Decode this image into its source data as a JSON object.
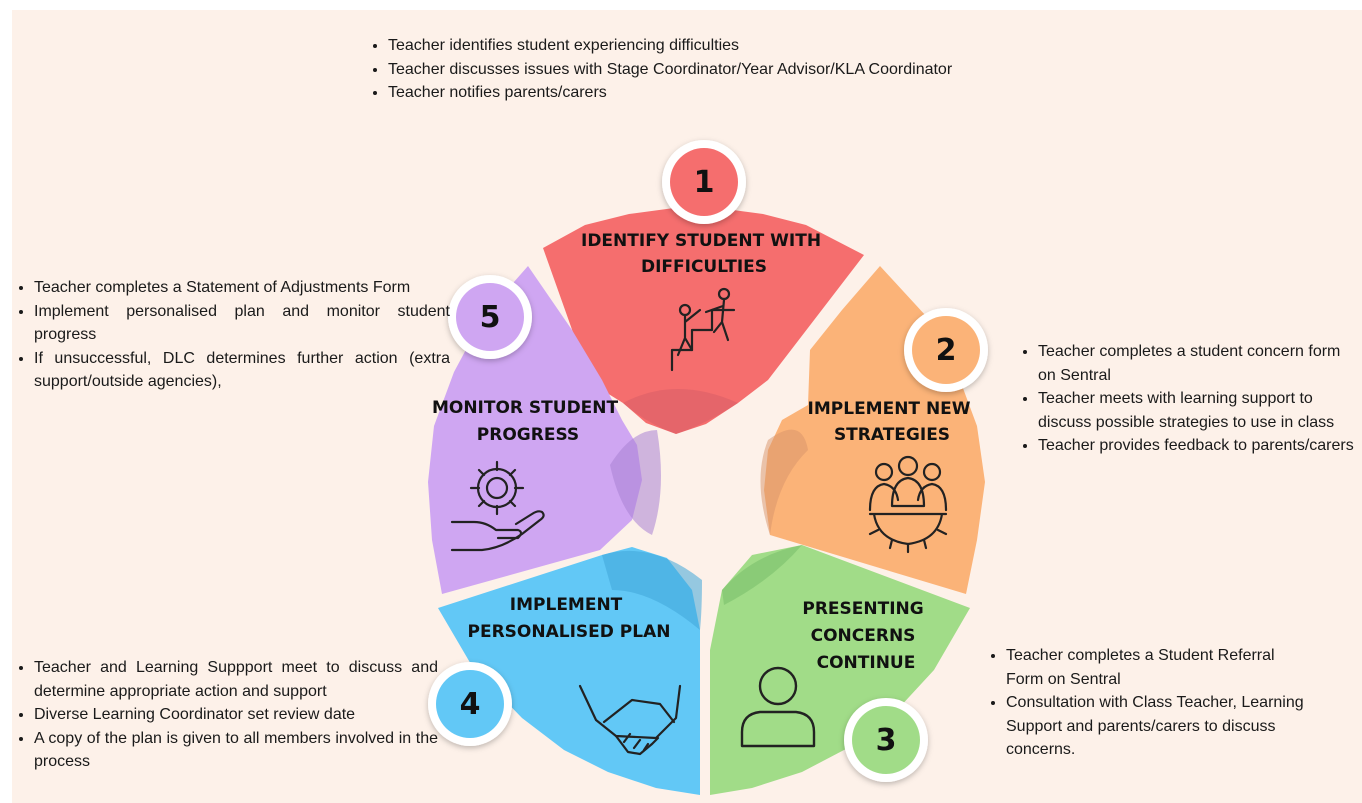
{
  "colors": {
    "background": "#fdf1e9",
    "step1": "#f56e6e",
    "step2": "#fbb378",
    "step3": "#a1dc88",
    "step4": "#62c8f6",
    "step5": "#cfa6f2"
  },
  "steps": [
    {
      "number": "1",
      "title_lines": [
        "IDENTIFY STUDENT WITH",
        "DIFFICULTIES"
      ],
      "icon": "climbing-help-icon",
      "notes": [
        "Teacher identifies student experiencing difficulties",
        "Teacher discusses issues with Stage Coordinator/Year Advisor/KLA Coordinator",
        "Teacher notifies parents/carers"
      ]
    },
    {
      "number": "2",
      "title_lines": [
        "IMPLEMENT NEW",
        "STRATEGIES"
      ],
      "icon": "team-gear-icon",
      "notes": [
        "Teacher completes a student concern form on Sentral",
        "Teacher meets with learning support to discuss possible strategies to use in class",
        "Teacher provides feedback to parents/carers"
      ]
    },
    {
      "number": "3",
      "title_lines": [
        "PRESENTING",
        "CONCERNS",
        "CONTINUE"
      ],
      "icon": "person-icon",
      "notes": [
        "Teacher completes a Student Referral Form on Sentral",
        "Consultation with Class Teacher, Learning Support and parents/carers to discuss concerns."
      ]
    },
    {
      "number": "4",
      "title_lines": [
        "IMPLEMENT",
        "PERSONALISED PLAN"
      ],
      "icon": "handshake-icon",
      "notes": [
        "Teacher and Learning Suppport meet to discuss and determine appropriate action and support",
        "Diverse Learning Coordinator set review date",
        "A copy of the plan is given to all members involved in the process"
      ]
    },
    {
      "number": "5",
      "title_lines": [
        "MONITOR STUDENT",
        "PROGRESS"
      ],
      "icon": "gear-hand-icon",
      "notes": [
        "Teacher completes a Statement of Adjustments Form",
        "Implement personalised plan and monitor student progress",
        "If unsuccessful, DLC determines further action (extra support/outside agencies),"
      ]
    }
  ]
}
